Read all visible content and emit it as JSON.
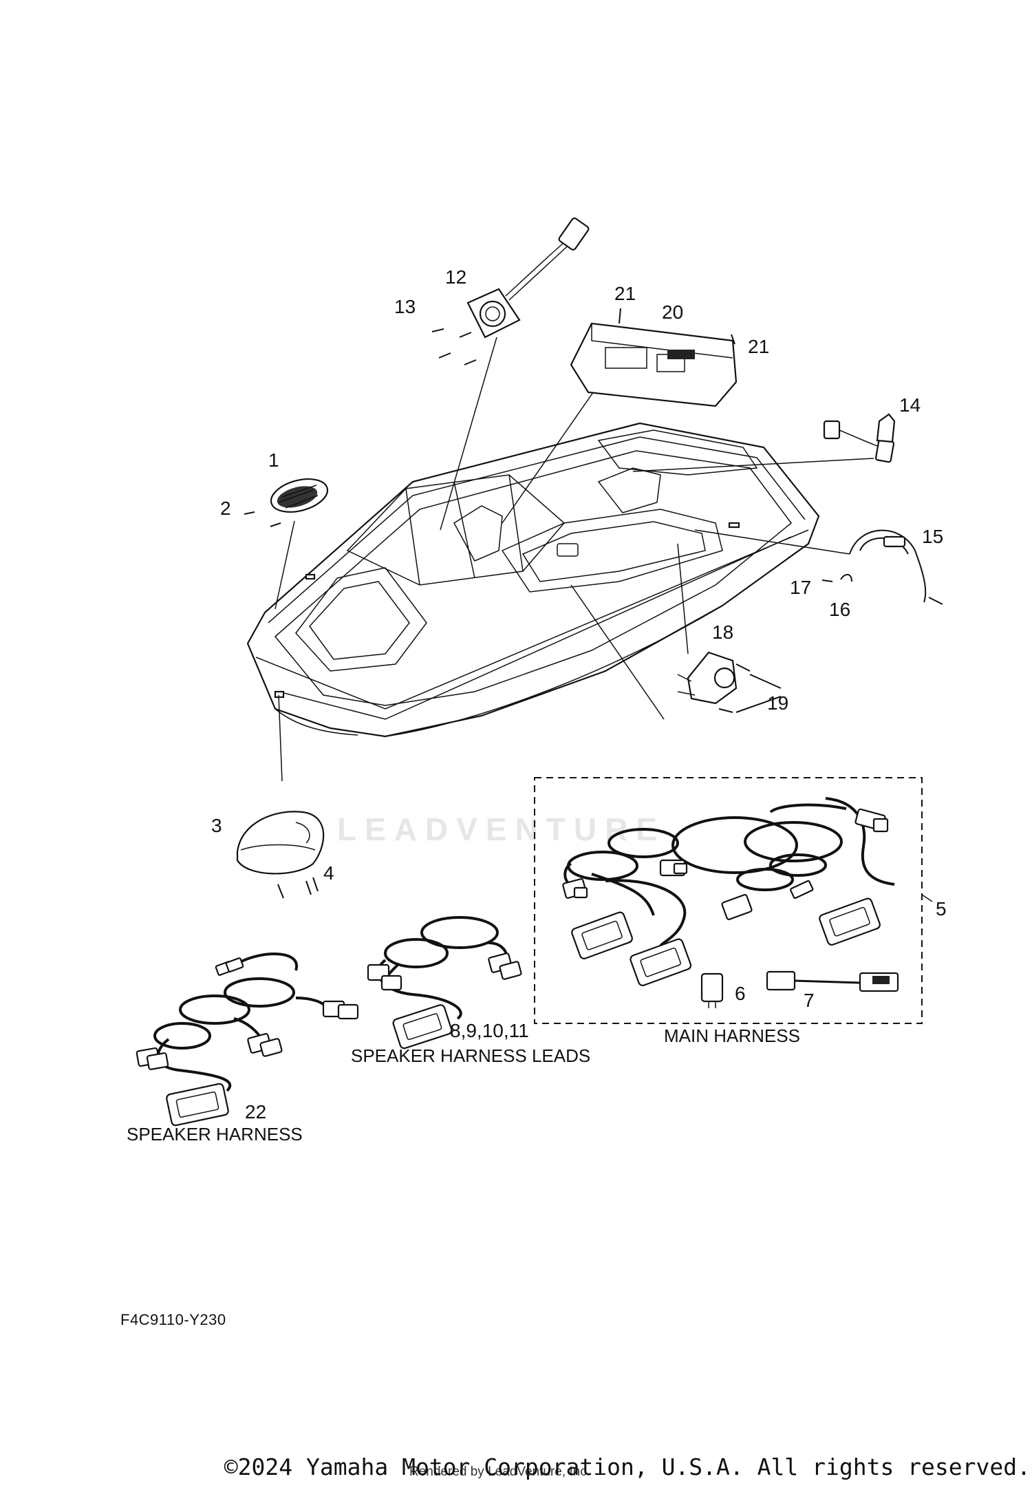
{
  "callouts": {
    "c1": "1",
    "c2": "2",
    "c3": "3",
    "c4": "4",
    "c5": "5",
    "c6": "6",
    "c7": "7",
    "c8": "8,9,10,11",
    "c12": "12",
    "c13": "13",
    "c14": "14",
    "c15": "15",
    "c16": "16",
    "c17": "17",
    "c18": "18",
    "c19": "19",
    "c20": "20",
    "c21a": "21",
    "c21b": "21",
    "c22": "22"
  },
  "captions": {
    "main_harness": "MAIN HARNESS",
    "speaker_harness_leads": "SPEAKER HARNESS LEADS",
    "speaker_harness": "SPEAKER HARNESS"
  },
  "diagram_code": "F4C9110-Y230",
  "copyright": "©2024 Yamaha Motor Corporation, U.S.A. All rights reserved.",
  "rendered_by": "Rendered by LeadVenture, Inc.",
  "watermark_text": "LEADVENTURE",
  "colors": {
    "ink": "#111111",
    "background": "#ffffff",
    "watermark": "#e6e6e6"
  }
}
